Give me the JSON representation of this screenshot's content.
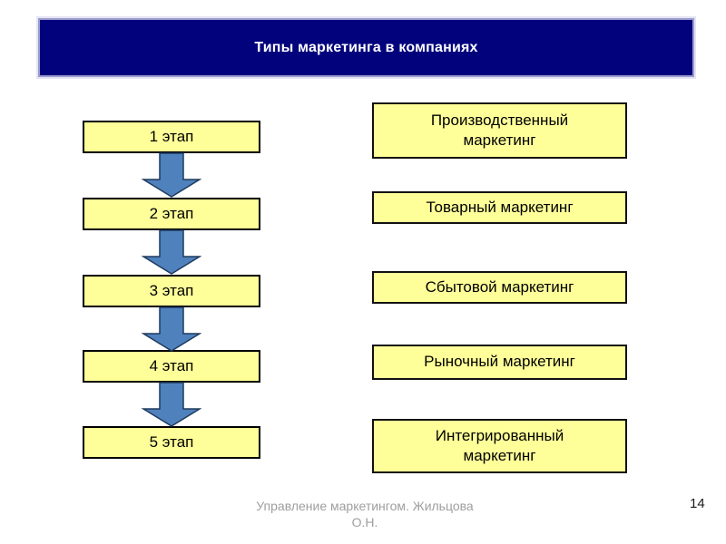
{
  "slide": {
    "title": "Типы маркетинга в компаниях",
    "footer": "Управление маркетингом. Жильцова О.Н.",
    "page_number": "14"
  },
  "diagram": {
    "stages": [
      {
        "label": "1 этап"
      },
      {
        "label": "2 этап"
      },
      {
        "label": "3 этап"
      },
      {
        "label": "4 этап"
      },
      {
        "label": "5 этап"
      }
    ],
    "marketing_types": [
      {
        "label": "Производственный маркетинг"
      },
      {
        "label": "Товарный маркетинг"
      },
      {
        "label": "Сбытовой маркетинг"
      },
      {
        "label": "Рыночный маркетинг"
      },
      {
        "label": "Интегрированный маркетинг"
      }
    ],
    "arrow_icon": "down-block-arrow"
  },
  "colors": {
    "title_bg": "#02027d",
    "title_border": "#9b9bce",
    "title_text": "#ffffff",
    "box_fill": "#ffff99",
    "box_border": "#000000",
    "arrow_fill": "#4f81bd",
    "arrow_outline": "#1f3a5c",
    "footer_text": "#9e9e9e"
  }
}
